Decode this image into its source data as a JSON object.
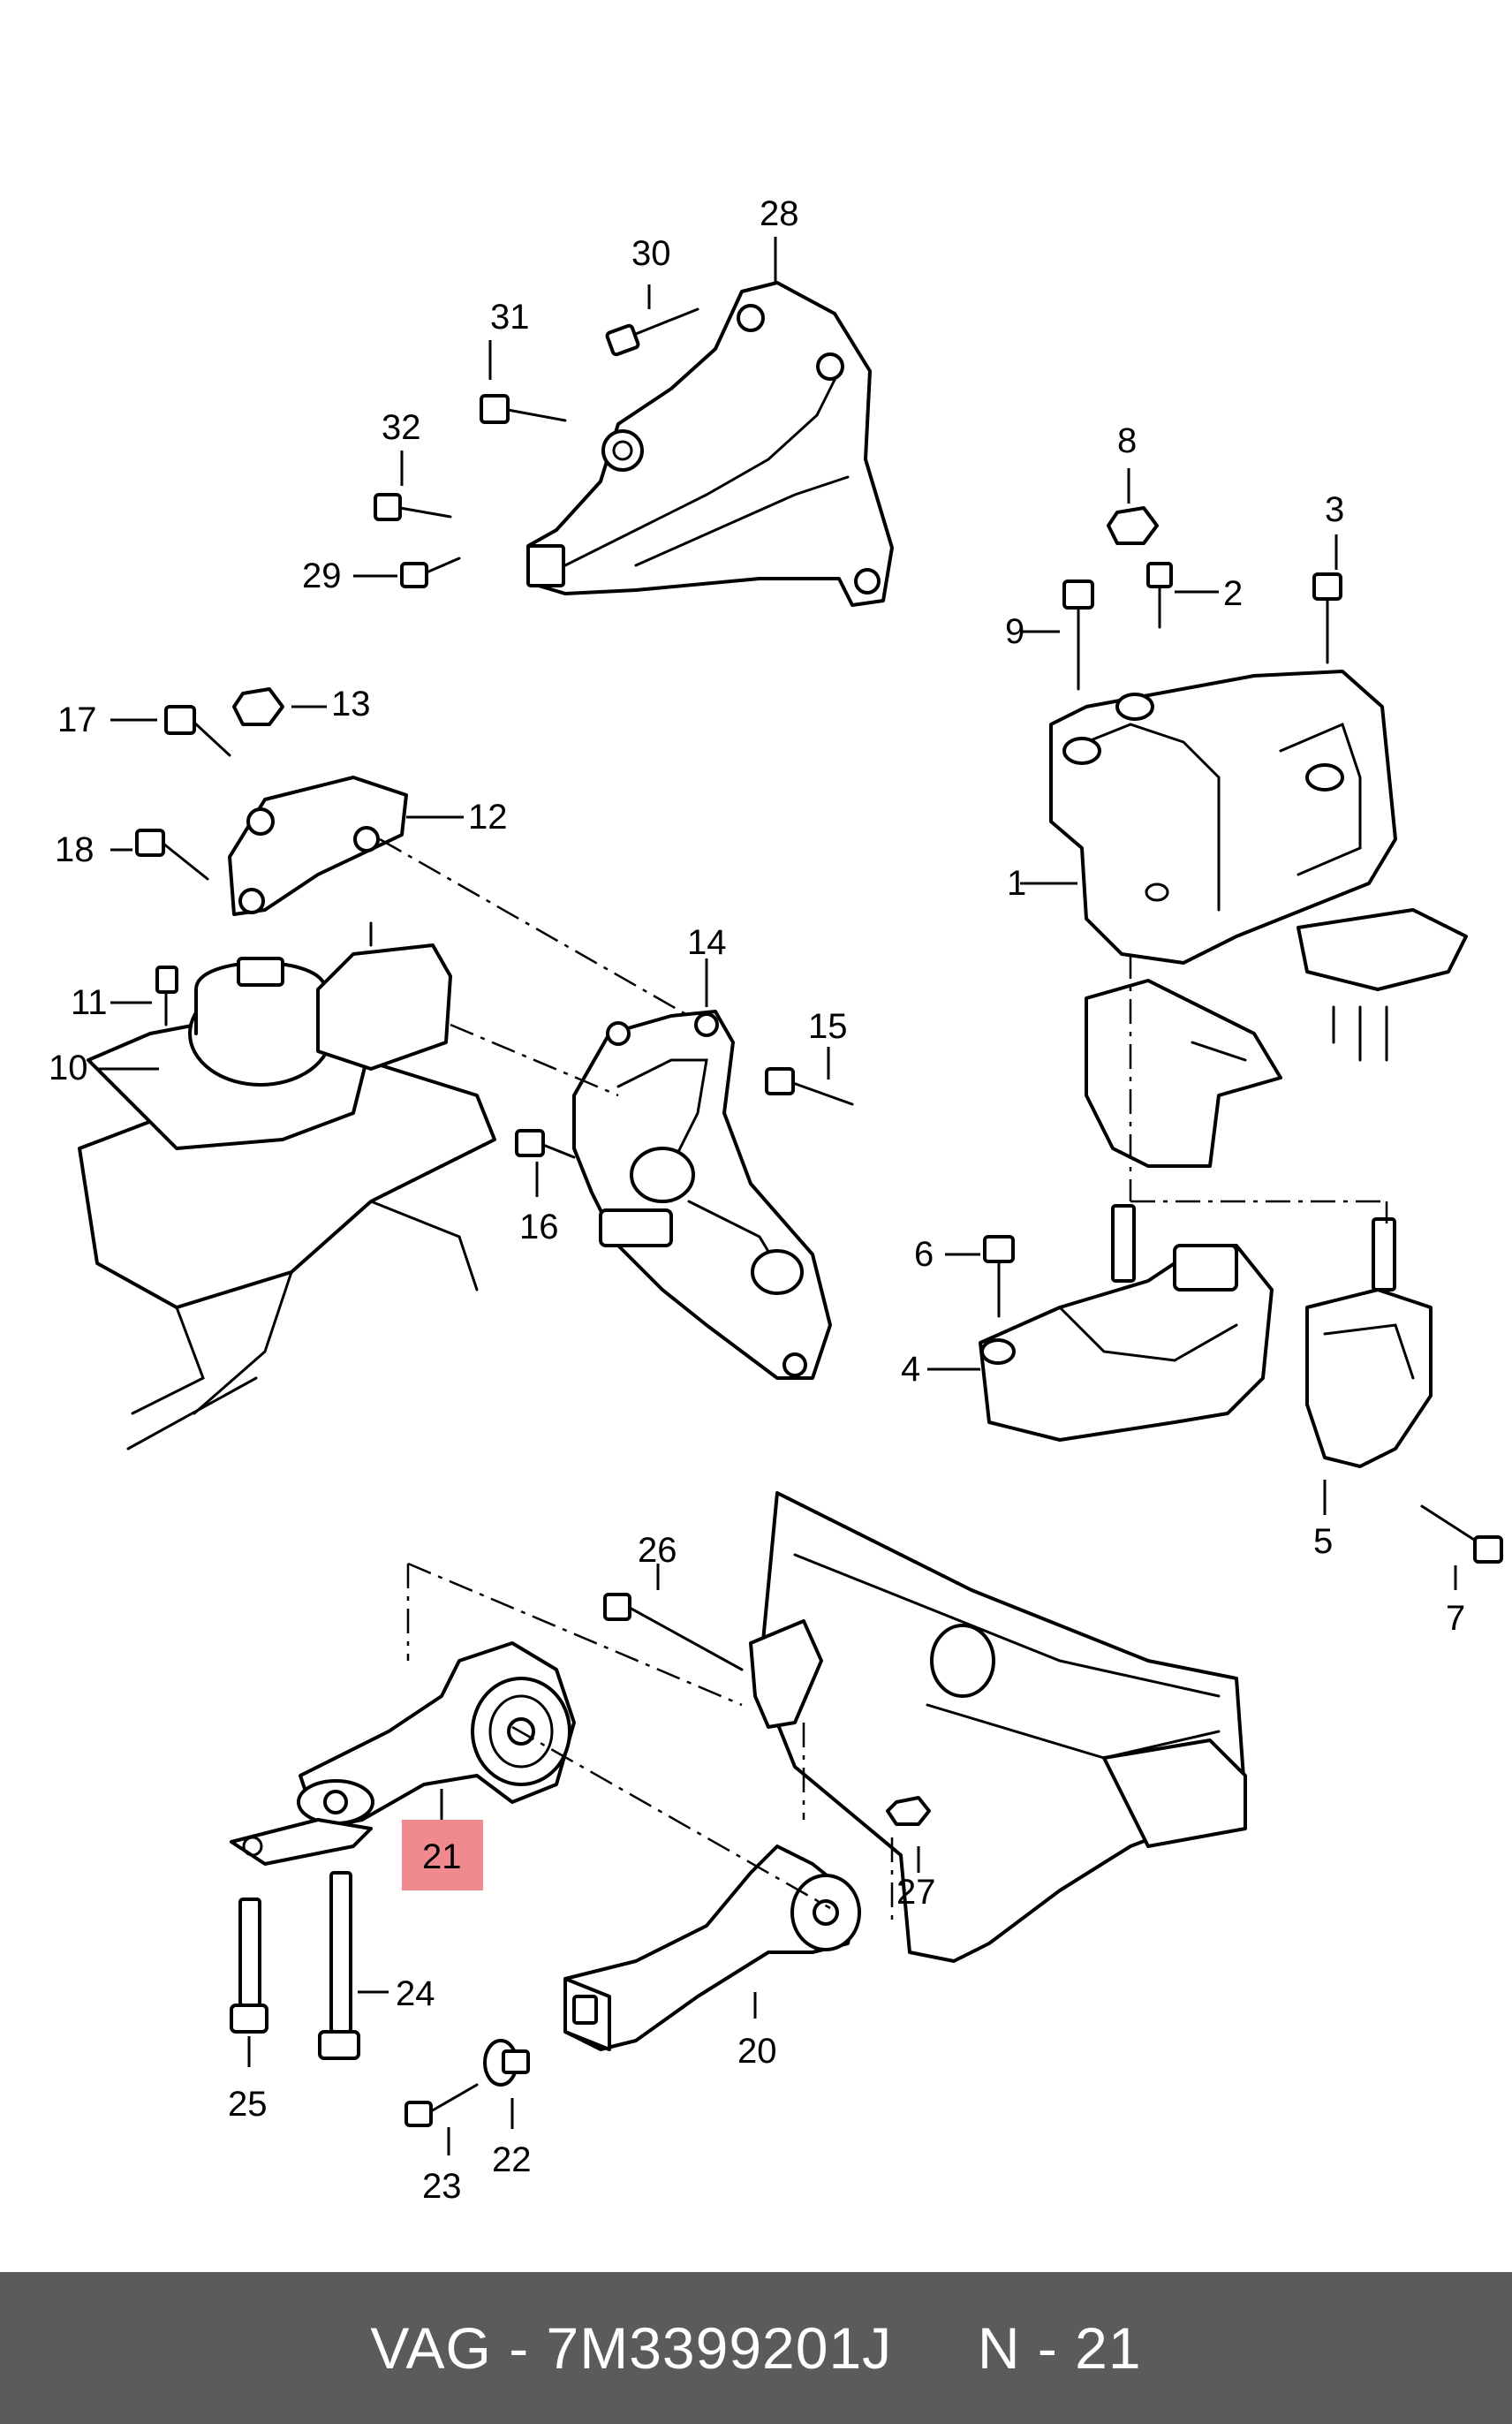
{
  "callouts": {
    "c1": "1",
    "c2": "2",
    "c3": "3",
    "c4": "4",
    "c5": "5",
    "c6": "6",
    "c7": "7",
    "c8": "8",
    "c9": "9",
    "c10": "10",
    "c11": "11",
    "c12": "12",
    "c13": "13",
    "c14": "14",
    "c15": "15",
    "c16": "16",
    "c17": "17",
    "c18": "18",
    "c20": "20",
    "c21": "21",
    "c22": "22",
    "c23": "23",
    "c24": "24",
    "c25": "25",
    "c26": "26",
    "c27": "27",
    "c28": "28",
    "c29": "29",
    "c30": "30",
    "c31": "31",
    "c32": "32"
  },
  "highlight": {
    "part": "21",
    "color": "#f08a8f"
  },
  "footer": {
    "brand": "VAG",
    "part_number": "7M3399201J",
    "position": "N - 21",
    "text": "VAG - 7M3399201J     N - 21",
    "background": "#5b5b5b"
  }
}
